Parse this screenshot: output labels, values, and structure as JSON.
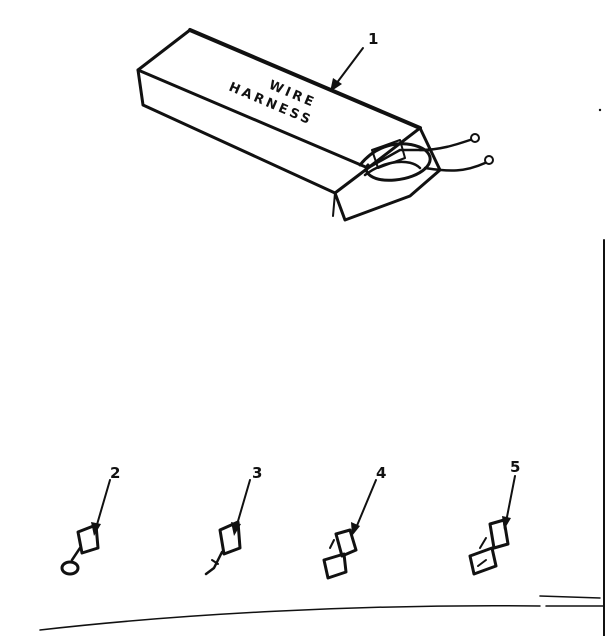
{
  "diagram": {
    "box_label_line1": "WIRE",
    "box_label_line2": "HARNESS"
  },
  "callouts": [
    {
      "number": "1",
      "part": "wire-harness-box"
    },
    {
      "number": "2",
      "part": "ring-terminal"
    },
    {
      "number": "3",
      "part": "crimp-terminal"
    },
    {
      "number": "4",
      "part": "spade-terminal"
    },
    {
      "number": "5",
      "part": "insulated-connector"
    }
  ]
}
